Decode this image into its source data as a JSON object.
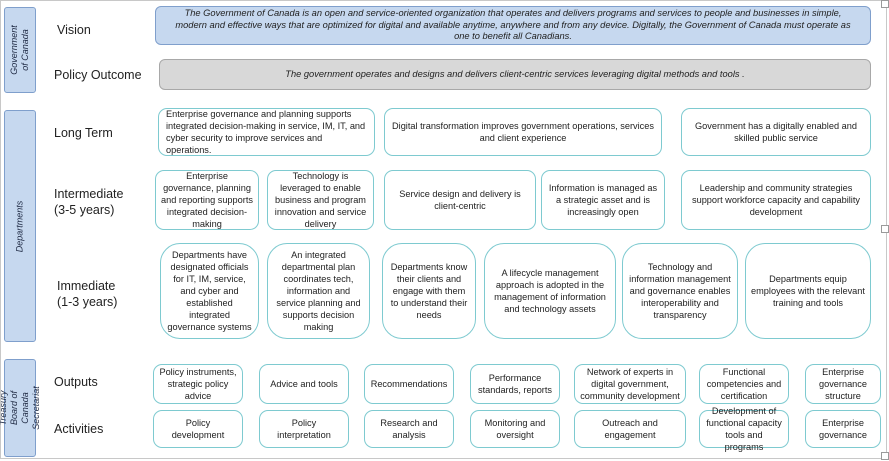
{
  "groups": {
    "government": "Government of Canada",
    "departments": "Departments",
    "tbs": "Treasury Board of Canada Secretariat"
  },
  "rows": {
    "vision": "Vision",
    "policy_outcome": "Policy Outcome",
    "long_term": "Long Term",
    "intermediate": "Intermediate",
    "intermediate_sub": "(3-5 years)",
    "immediate": "Immediate",
    "immediate_sub": "(1-3 years)",
    "outputs": "Outputs",
    "activities": "Activities"
  },
  "vision_text": "The Government of Canada is an open and service-oriented organization that operates and delivers programs and services to people and businesses in simple, modern and effective ways that are optimized for digital and available anytime, anywhere and from any device. Digitally, the Government of Canada must operate as one to benefit all Canadians.",
  "outcome_text": "The government operates and designs and delivers client-centric services leveraging digital methods and tools .",
  "long_term": [
    "Enterprise governance and planning supports integrated decision-making in service, IM, IT, and cyber security to improve services and operations.",
    "Digital transformation improves government operations, services and client experience",
    "Government has a digitally enabled and skilled public service"
  ],
  "intermediate": [
    "Enterprise governance, planning and reporting supports integrated decision-making",
    "Technology is leveraged to enable business and program innovation and service delivery",
    "Service design and delivery is client-centric",
    "Information is managed as a strategic asset and is increasingly open",
    "Leadership and community strategies support workforce capacity and capability development"
  ],
  "immediate": [
    "Departments have designated officials for IT, IM, service, and cyber and established integrated governance systems",
    "An integrated departmental plan coordinates tech, information and service planning and supports decision making",
    "Departments know their clients and engage with them to understand their needs",
    "A lifecycle management approach is adopted in the management of information and technology assets",
    "Technology and information management and governance enables interoperability and transparency",
    "Departments equip employees with the relevant training and tools"
  ],
  "outputs": [
    "Policy instruments, strategic policy advice",
    "Advice and tools",
    "Recommendations",
    "Performance standards, reports",
    "Network of experts in digital government, community development",
    "Functional competencies and certification",
    "Enterprise governance structure"
  ],
  "activities": [
    "Policy development",
    "Policy interpretation",
    "Research and analysis",
    "Monitoring and oversight",
    "Outreach and engagement",
    "Development of functional capacity tools and programs",
    "Enterprise governance"
  ],
  "colors": {
    "group_fill": "#c6d8ef",
    "box_border": "#7ecad0",
    "outcome_fill": "#d8d8d8"
  }
}
